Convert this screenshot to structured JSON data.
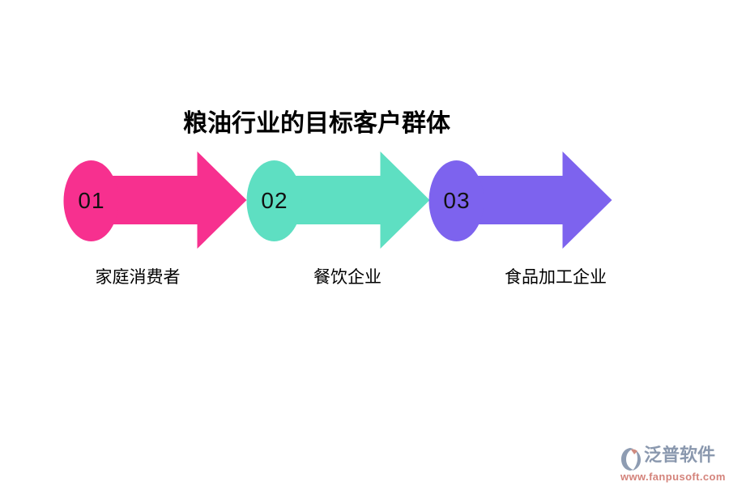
{
  "title": "粮油行业的目标客户群体",
  "steps": [
    {
      "number": "01",
      "label": "家庭消费者",
      "color": "#F7308F"
    },
    {
      "number": "02",
      "label": "餐饮企业",
      "color": "#5EDFC2"
    },
    {
      "number": "03",
      "label": "食品加工企业",
      "color": "#7D63EE"
    }
  ],
  "watermark": {
    "brand": "泛普软件",
    "url": "www.fanpusoft.com",
    "brand_color": "#8A98AE",
    "url_color": "#D4837B",
    "logo_main_color": "#8E9CB2",
    "logo_accent_color": "#CF8B80"
  },
  "background_color": "#FFFFFF",
  "text_color": "#000000"
}
